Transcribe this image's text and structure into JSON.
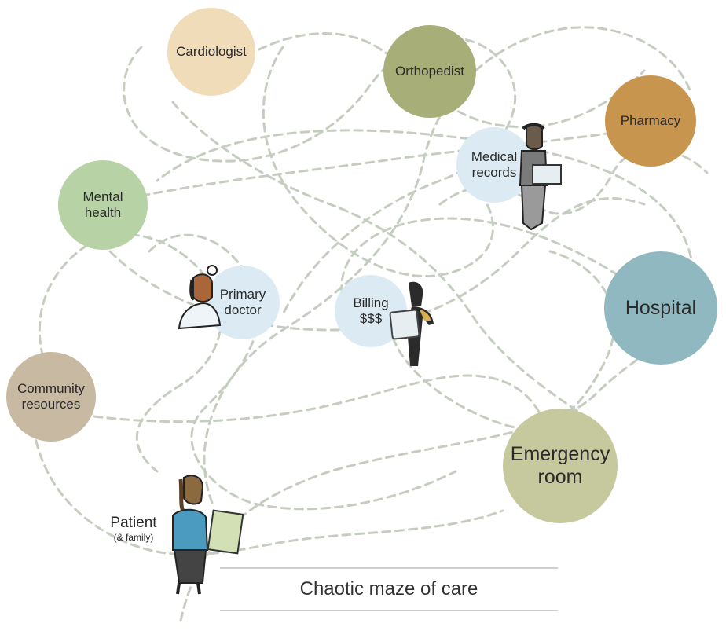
{
  "diagram": {
    "caption": "Chaotic maze of care",
    "nodes": {
      "cardiologist": {
        "label": "Cardiologist",
        "color": "#f0dcb8"
      },
      "orthopedist": {
        "label": "Orthopedist",
        "color": "#a7ae78"
      },
      "pharmacy": {
        "label": "Pharmacy",
        "color": "#c8954e"
      },
      "mental_health": {
        "label": "Mental\nhealth",
        "color": "#b7d3a5"
      },
      "medical_records": {
        "label": "Medical\nrecords",
        "color": "#dcebf3"
      },
      "primary_doctor": {
        "label": "Primary\ndoctor",
        "color": "#dcebf3"
      },
      "billing": {
        "label": "Billing\n$$$",
        "color": "#dcebf3"
      },
      "hospital": {
        "label": "Hospital",
        "color": "#8fb8c0"
      },
      "community_resources": {
        "label": "Community\nresources",
        "color": "#c8b9a2"
      },
      "emergency_room": {
        "label": "Emergency\nroom",
        "color": "#c5c99d"
      }
    },
    "patient": {
      "label": "Patient",
      "sublabel": "(& family)"
    },
    "path_color": "#c5cdc0"
  }
}
